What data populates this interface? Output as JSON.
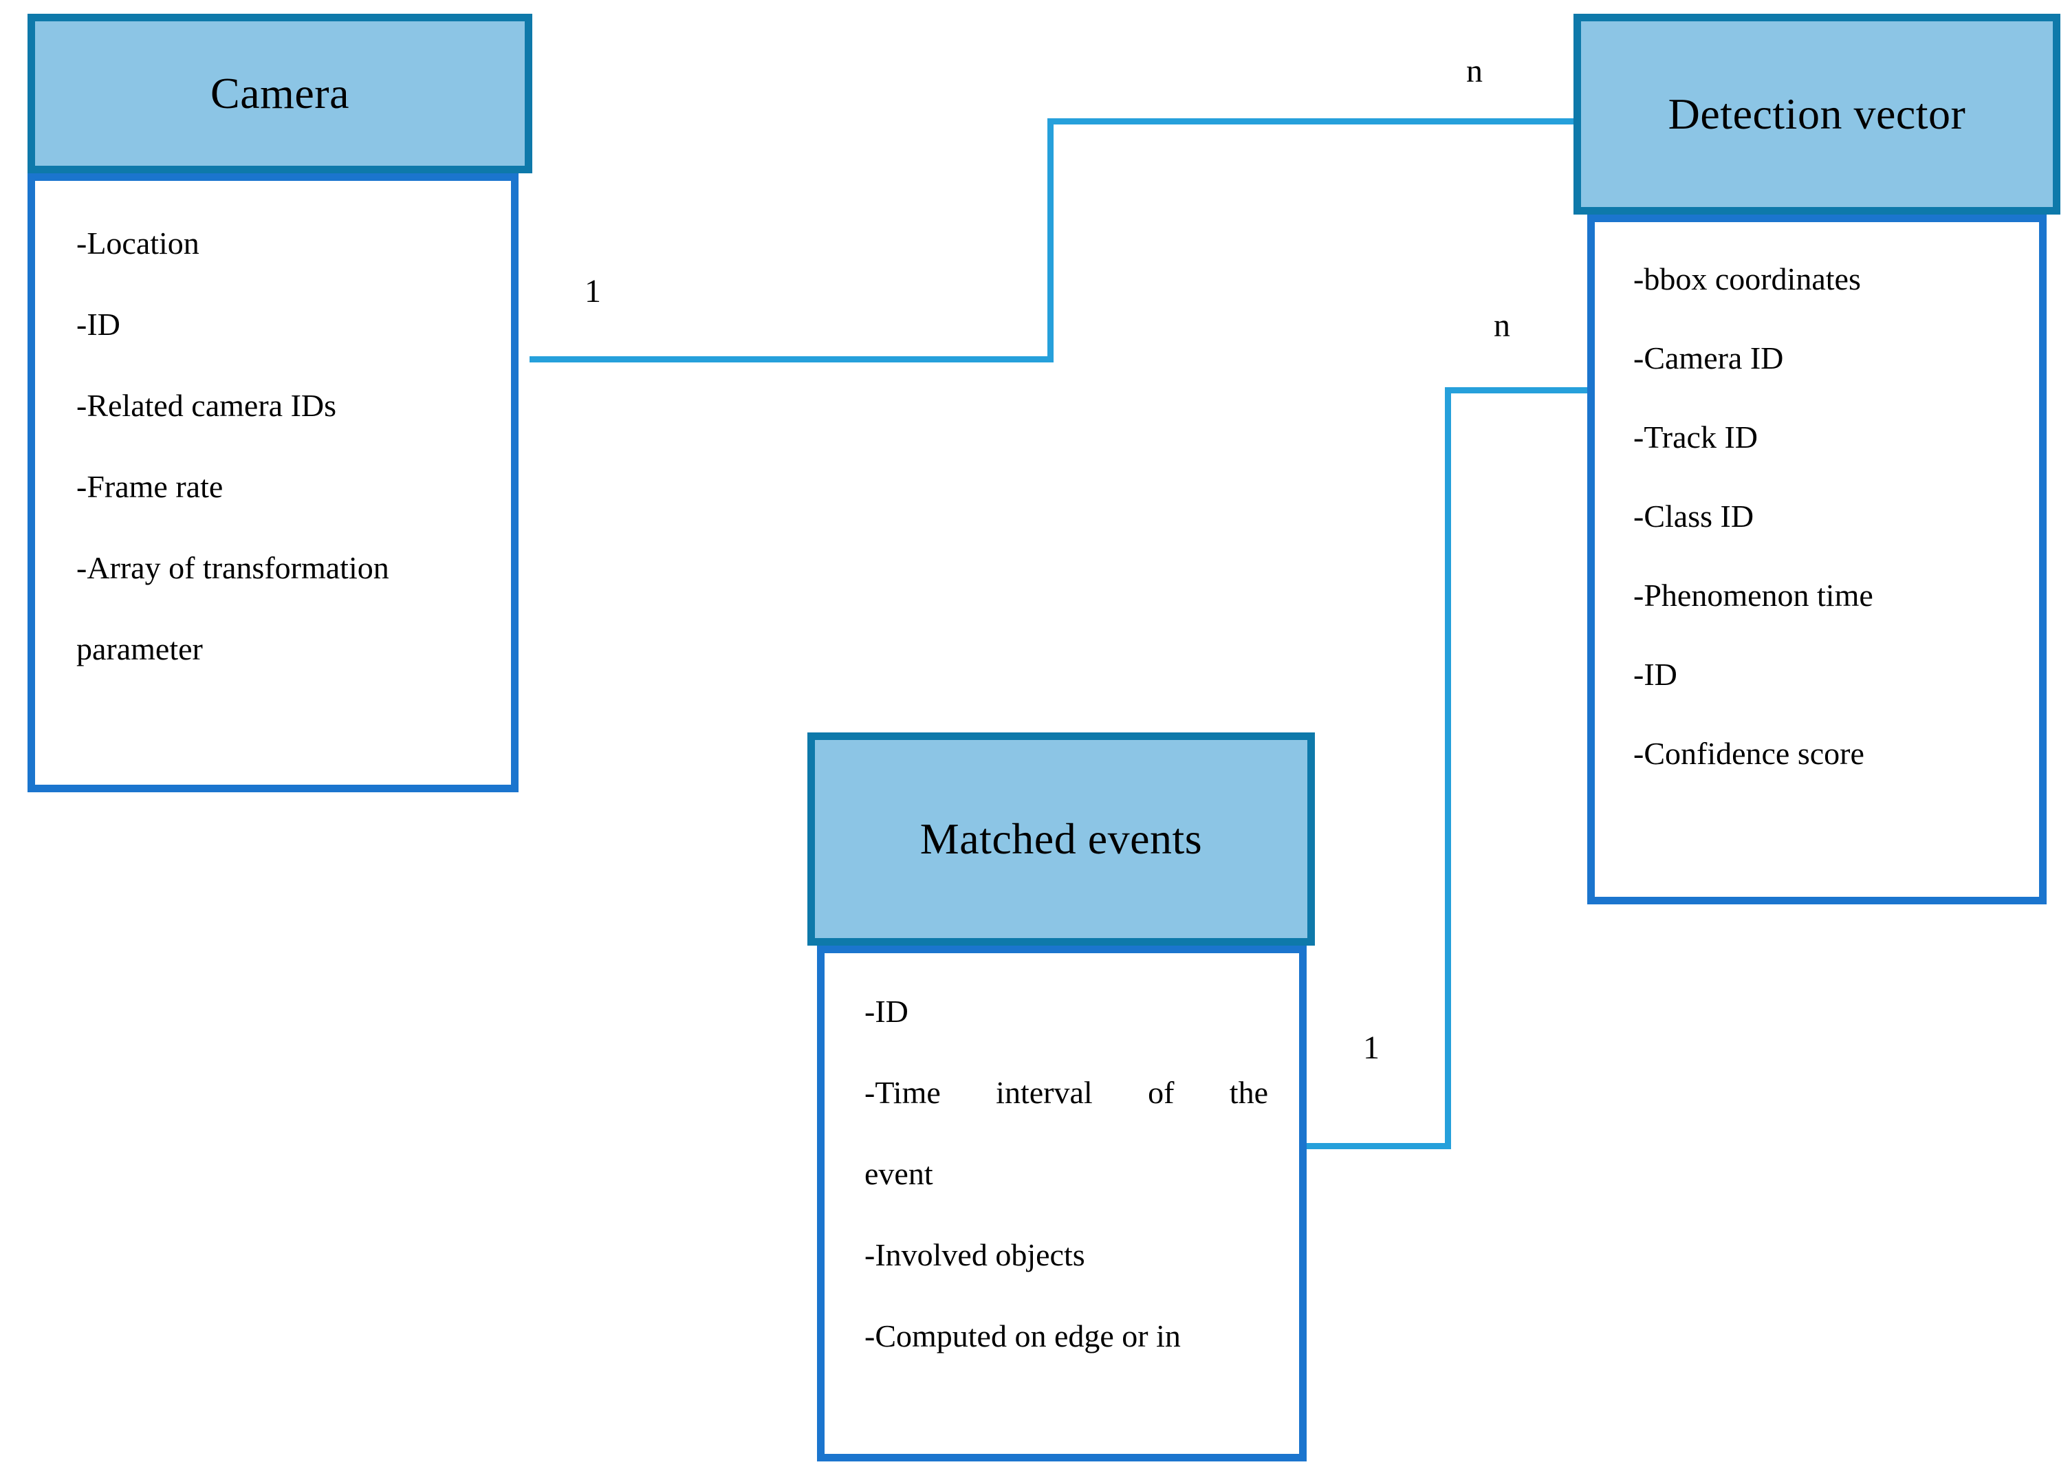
{
  "diagram": {
    "type": "uml-class-diagram",
    "background_color": "#ffffff",
    "colors": {
      "header_fill": "#8CC5E5",
      "header_border": "#0E79AA",
      "body_border": "#1B75CE",
      "connector": "#26A0DB",
      "text": "#000000"
    }
  },
  "classes": [
    {
      "name": "camera",
      "title": "Camera",
      "attributes": [
        "-Location",
        "-ID",
        "-Related camera IDs",
        "-Frame rate",
        "-Array of transformation",
        "parameter"
      ]
    },
    {
      "name": "detection-vector",
      "title": "Detection vector",
      "attributes": [
        "-bbox coordinates",
        "-Camera ID",
        "-Track ID",
        "-Class ID",
        "-Phenomenon time",
        "-ID",
        "-Confidence score"
      ]
    },
    {
      "name": "matched-events",
      "title": "Matched events",
      "attributes": [
        "-ID",
        "-Time interval of the",
        "event",
        "-Involved objects",
        "-Computed on edge or in"
      ]
    }
  ],
  "relationships": [
    {
      "name": "camera-to-detection-vector",
      "from": "Camera",
      "to": "Detection vector",
      "source_multiplicity": "1",
      "target_multiplicity": "n"
    },
    {
      "name": "matched-events-to-detection-vector",
      "from": "Matched events",
      "to": "Detection vector",
      "source_multiplicity": "1",
      "target_multiplicity": "n"
    }
  ]
}
